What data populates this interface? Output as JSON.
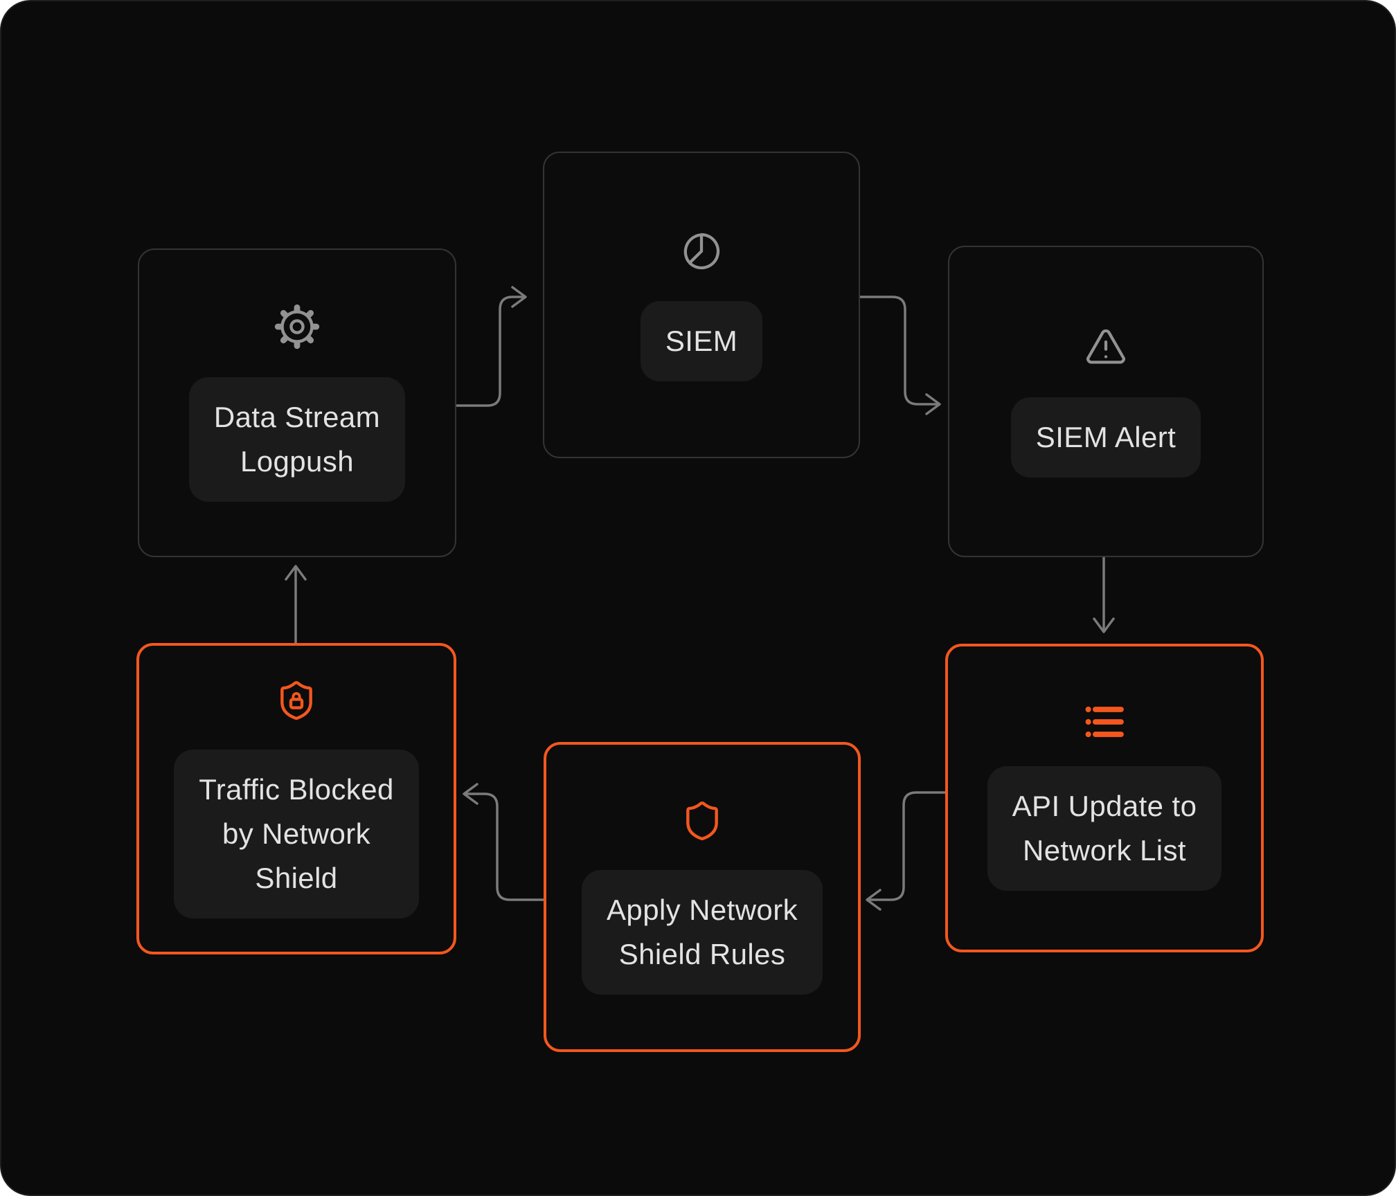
{
  "diagram": {
    "nodes": [
      {
        "id": "data-stream-logpush",
        "label": "Data Stream\nLogpush",
        "icon": "gear-icon",
        "accent": "gray"
      },
      {
        "id": "siem",
        "label": "SIEM",
        "icon": "pie-chart-icon",
        "accent": "gray"
      },
      {
        "id": "siem-alert",
        "label": "SIEM Alert",
        "icon": "alert-triangle-icon",
        "accent": "gray"
      },
      {
        "id": "api-update-to-network-list",
        "label": "API Update to\nNetwork List",
        "icon": "list-icon",
        "accent": "orange"
      },
      {
        "id": "apply-network-shield-rules",
        "label": "Apply Network\nShield Rules",
        "icon": "shield-icon",
        "accent": "orange"
      },
      {
        "id": "traffic-blocked-by-network-shield",
        "label": "Traffic Blocked\nby Network\nShield",
        "icon": "shield-lock-icon",
        "accent": "orange"
      }
    ],
    "edges": [
      {
        "from": "data-stream-logpush",
        "to": "siem"
      },
      {
        "from": "siem",
        "to": "siem-alert"
      },
      {
        "from": "siem-alert",
        "to": "api-update-to-network-list"
      },
      {
        "from": "api-update-to-network-list",
        "to": "apply-network-shield-rules"
      },
      {
        "from": "apply-network-shield-rules",
        "to": "traffic-blocked-by-network-shield"
      },
      {
        "from": "traffic-blocked-by-network-shield",
        "to": "data-stream-logpush"
      }
    ],
    "colors": {
      "canvas_background": "#0B0B0B",
      "node_background": "#0C0C0C",
      "node_border_gray": "#343434",
      "accent_orange": "#F4571E",
      "label_background": "#1B1B1B",
      "label_text": "#E3E3E3",
      "icon_gray": "#929292",
      "arrow_gray": "#7B7B7B"
    }
  }
}
